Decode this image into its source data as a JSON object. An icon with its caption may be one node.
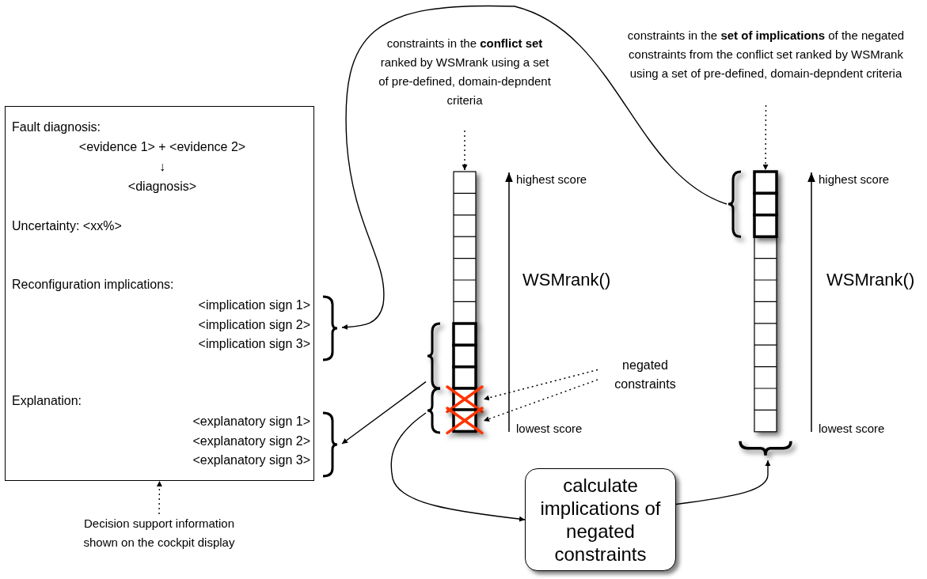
{
  "diagram": {
    "nodes": [
      {
        "text": [
          "Fault diagnosis:",
          "<evidence 1> + <evidence 2>",
          "↓",
          "<diagnosis>",
          "Uncertainty: <xx%>",
          "Reconfiguration implications:",
          "Explanation:"
        ]
      },
      {
        "text": [
          "<implication sign 1>",
          "<implication sign 2>",
          "<implication sign 3>"
        ],
        "in": 0
      },
      {
        "text": [
          "<explanatory sign 1>",
          "<explanatory sign 2>",
          "<explanatory sign 3>"
        ],
        "in": 0
      },
      {
        "text": [
          "Decision support information shown on the cockpit display"
        ]
      },
      {
        "text": [
          "constraints in the **conflict set** ranked by WSMrank using a set of pre-defined, domain-depndent criteria"
        ]
      },
      {
        "text": [],
        "shape": "bar"
      },
      {
        "text": [],
        "shape": "box"
      },
      {
        "text": [],
        "shape": "box"
      },
      {
        "text": [],
        "shape": "box",
        "in": 7
      },
      {
        "text": [],
        "shape": "box",
        "in": 7
      },
      {
        "text": [
          "negated constraints"
        ]
      },
      {
        "text": [
          "constraints in the **set of implications** of the negated constraints from the conflict set ranked by WSMrank using a set of pre-defined, domain-depndent criteria"
        ]
      },
      {
        "text": [],
        "shape": "bar"
      },
      {
        "text": [],
        "shape": "box"
      },
      {
        "text": [
          "calculate implications of negated constraints"
        ]
      }
    ],
    "edges": [
      {
        "from": 3,
        "to": 0,
        "arrow": "to",
        "style": "dashed"
      },
      {
        "from": 4,
        "to": 5,
        "arrow": "to",
        "style": "dashed"
      },
      {
        "from": 11,
        "to": 13,
        "arrow": "to",
        "style": "dashed"
      },
      {
        "from": 13,
        "to": 1,
        "arrow": "to"
      },
      {
        "from": 6,
        "to": 2,
        "arrow": "to"
      },
      {
        "from": 10,
        "to": 8,
        "arrow": "to",
        "style": "dashed"
      },
      {
        "from": 10,
        "to": 9,
        "arrow": "to",
        "style": "dashed"
      },
      {
        "from": 7,
        "to": 14,
        "arrow": "to"
      },
      {
        "from": 14,
        "to": 12,
        "arrow": "to"
      }
    ],
    "labels": [
      "highest score",
      "WSMrank()",
      "lowest score",
      "highest score",
      "WSMrank()",
      "lowest score"
    ]
  }
}
